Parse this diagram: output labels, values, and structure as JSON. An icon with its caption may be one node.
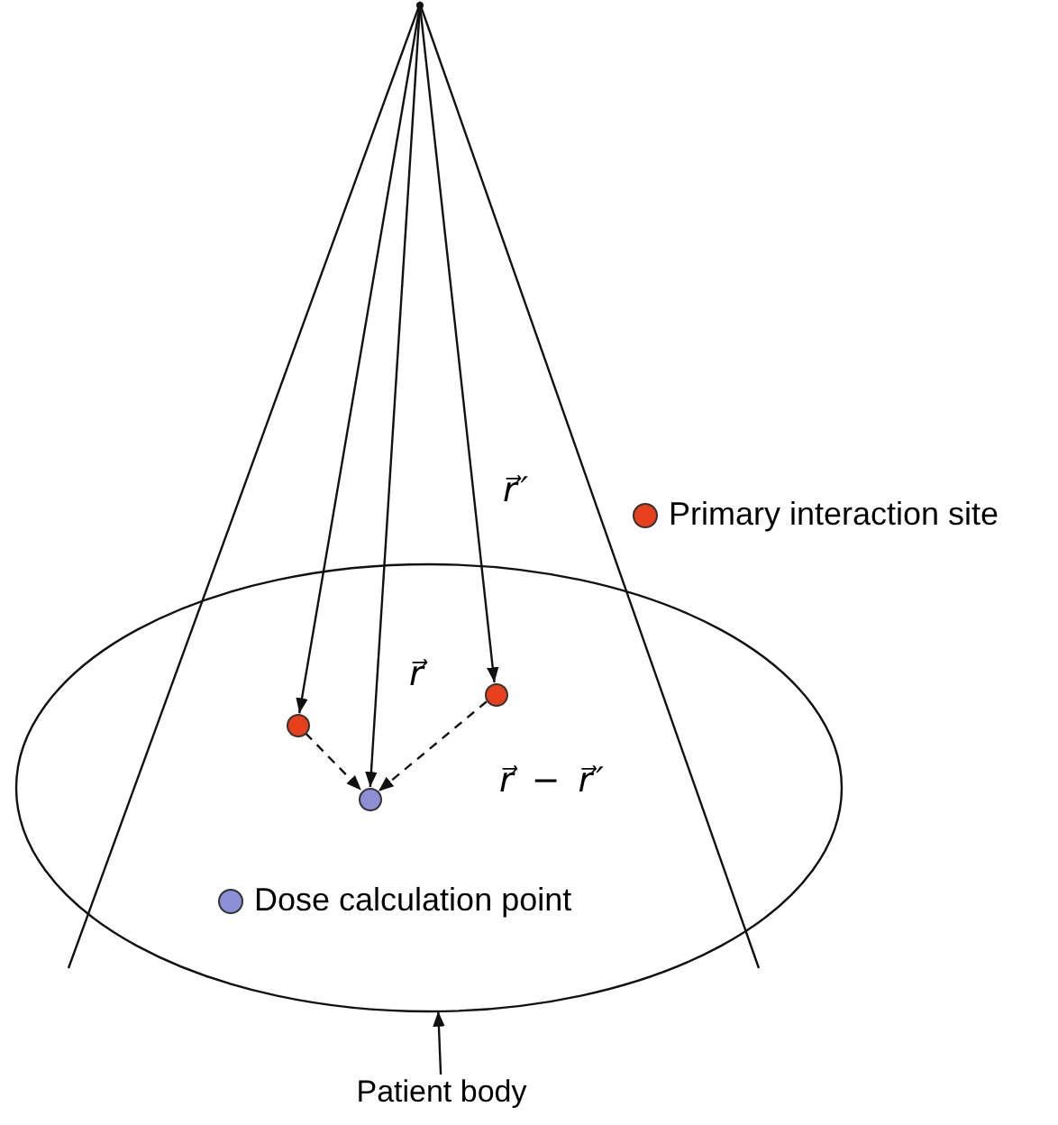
{
  "diagram": {
    "nodes": [
      {
        "text": [],
        "shape": "point"
      },
      {
        "text": [],
        "shape": "ellipse"
      },
      {
        "text": [],
        "shape": "circle",
        "in": 1
      },
      {
        "text": [],
        "shape": "circle",
        "in": 1
      },
      {
        "text": [],
        "shape": "circle",
        "in": 1
      },
      {
        "text": [
          "Patient body"
        ]
      }
    ],
    "edges": [
      {
        "from": 0,
        "to": 2,
        "arrow": "to"
      },
      {
        "from": 0,
        "to": 3,
        "arrow": "to",
        "label": "r⃗"
      },
      {
        "from": 0,
        "to": 4,
        "arrow": "to",
        "label": "r⃗′"
      },
      {
        "from": 2,
        "to": 3,
        "arrow": "to",
        "style": "dashed"
      },
      {
        "from": 4,
        "to": 3,
        "arrow": "to",
        "style": "dashed",
        "label": "r⃗ − r⃗′"
      },
      {
        "from": 5,
        "to": 1,
        "arrow": "to"
      }
    ],
    "legend": [
      {
        "text": "Primary interaction site",
        "color": "#e8401c"
      },
      {
        "text": "Dose calculation point",
        "color": "#8c8fd6"
      }
    ]
  }
}
